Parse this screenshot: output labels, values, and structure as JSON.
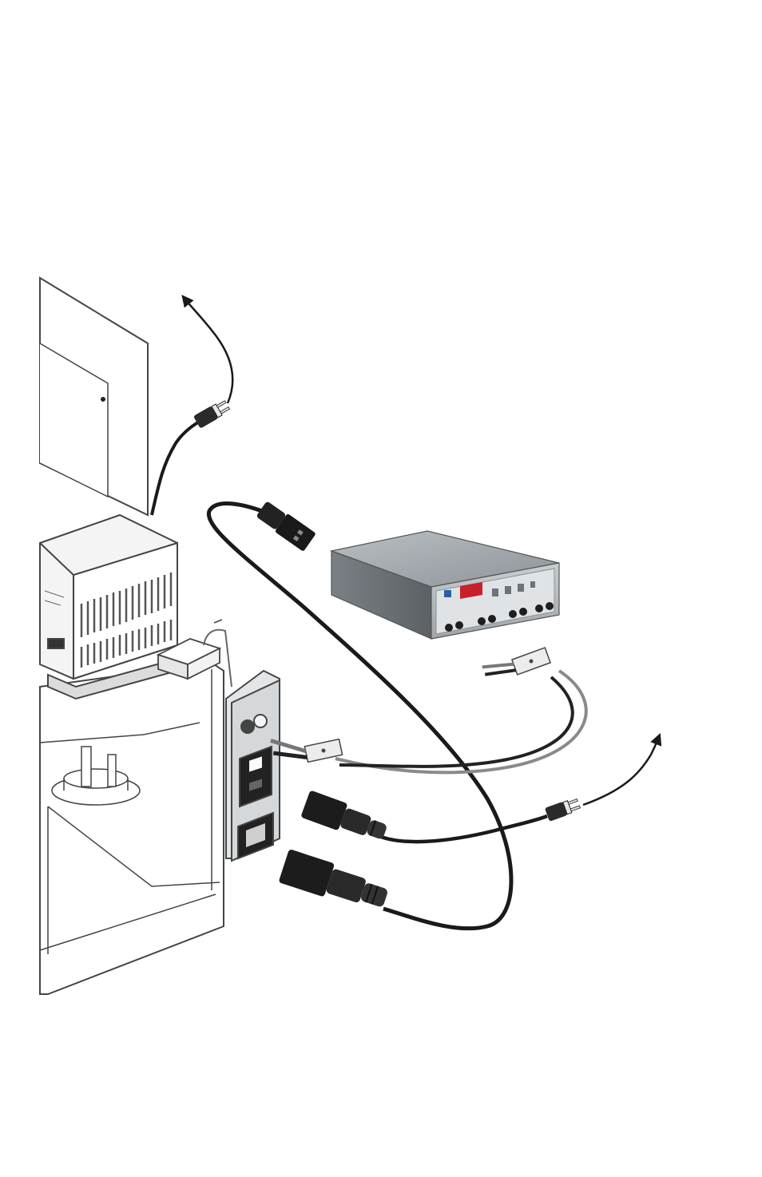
{
  "figure": {
    "kind": "connection-diagram",
    "components": [
      {
        "name": "instrument-cabinet",
        "icon": "cabinet-icon"
      },
      {
        "name": "control-module",
        "icon": "module-icon"
      },
      {
        "name": "power-supply",
        "icon": "power-supply-icon",
        "display_color": "#c8202a"
      },
      {
        "name": "rear-connector-panel",
        "icon": "connector-panel-icon"
      },
      {
        "name": "mains-plug-top",
        "icon": "plug-icon"
      },
      {
        "name": "mains-plug-right",
        "icon": "plug-icon"
      },
      {
        "name": "iec-cord",
        "icon": "cord-icon"
      },
      {
        "name": "banana-lead-pair",
        "icon": "lead-icon"
      }
    ],
    "arrows": [
      {
        "name": "arrow-to-wall-outlet-top",
        "icon": "arrow-up-icon"
      },
      {
        "name": "arrow-to-wall-outlet-right",
        "icon": "arrow-up-icon"
      }
    ],
    "colors": {
      "cord": "#1a1a1a",
      "lead": "#b8b8b8",
      "unit_body": "#9aa1a6",
      "panel": "#d8dcdf",
      "display": "#c8202a"
    }
  }
}
